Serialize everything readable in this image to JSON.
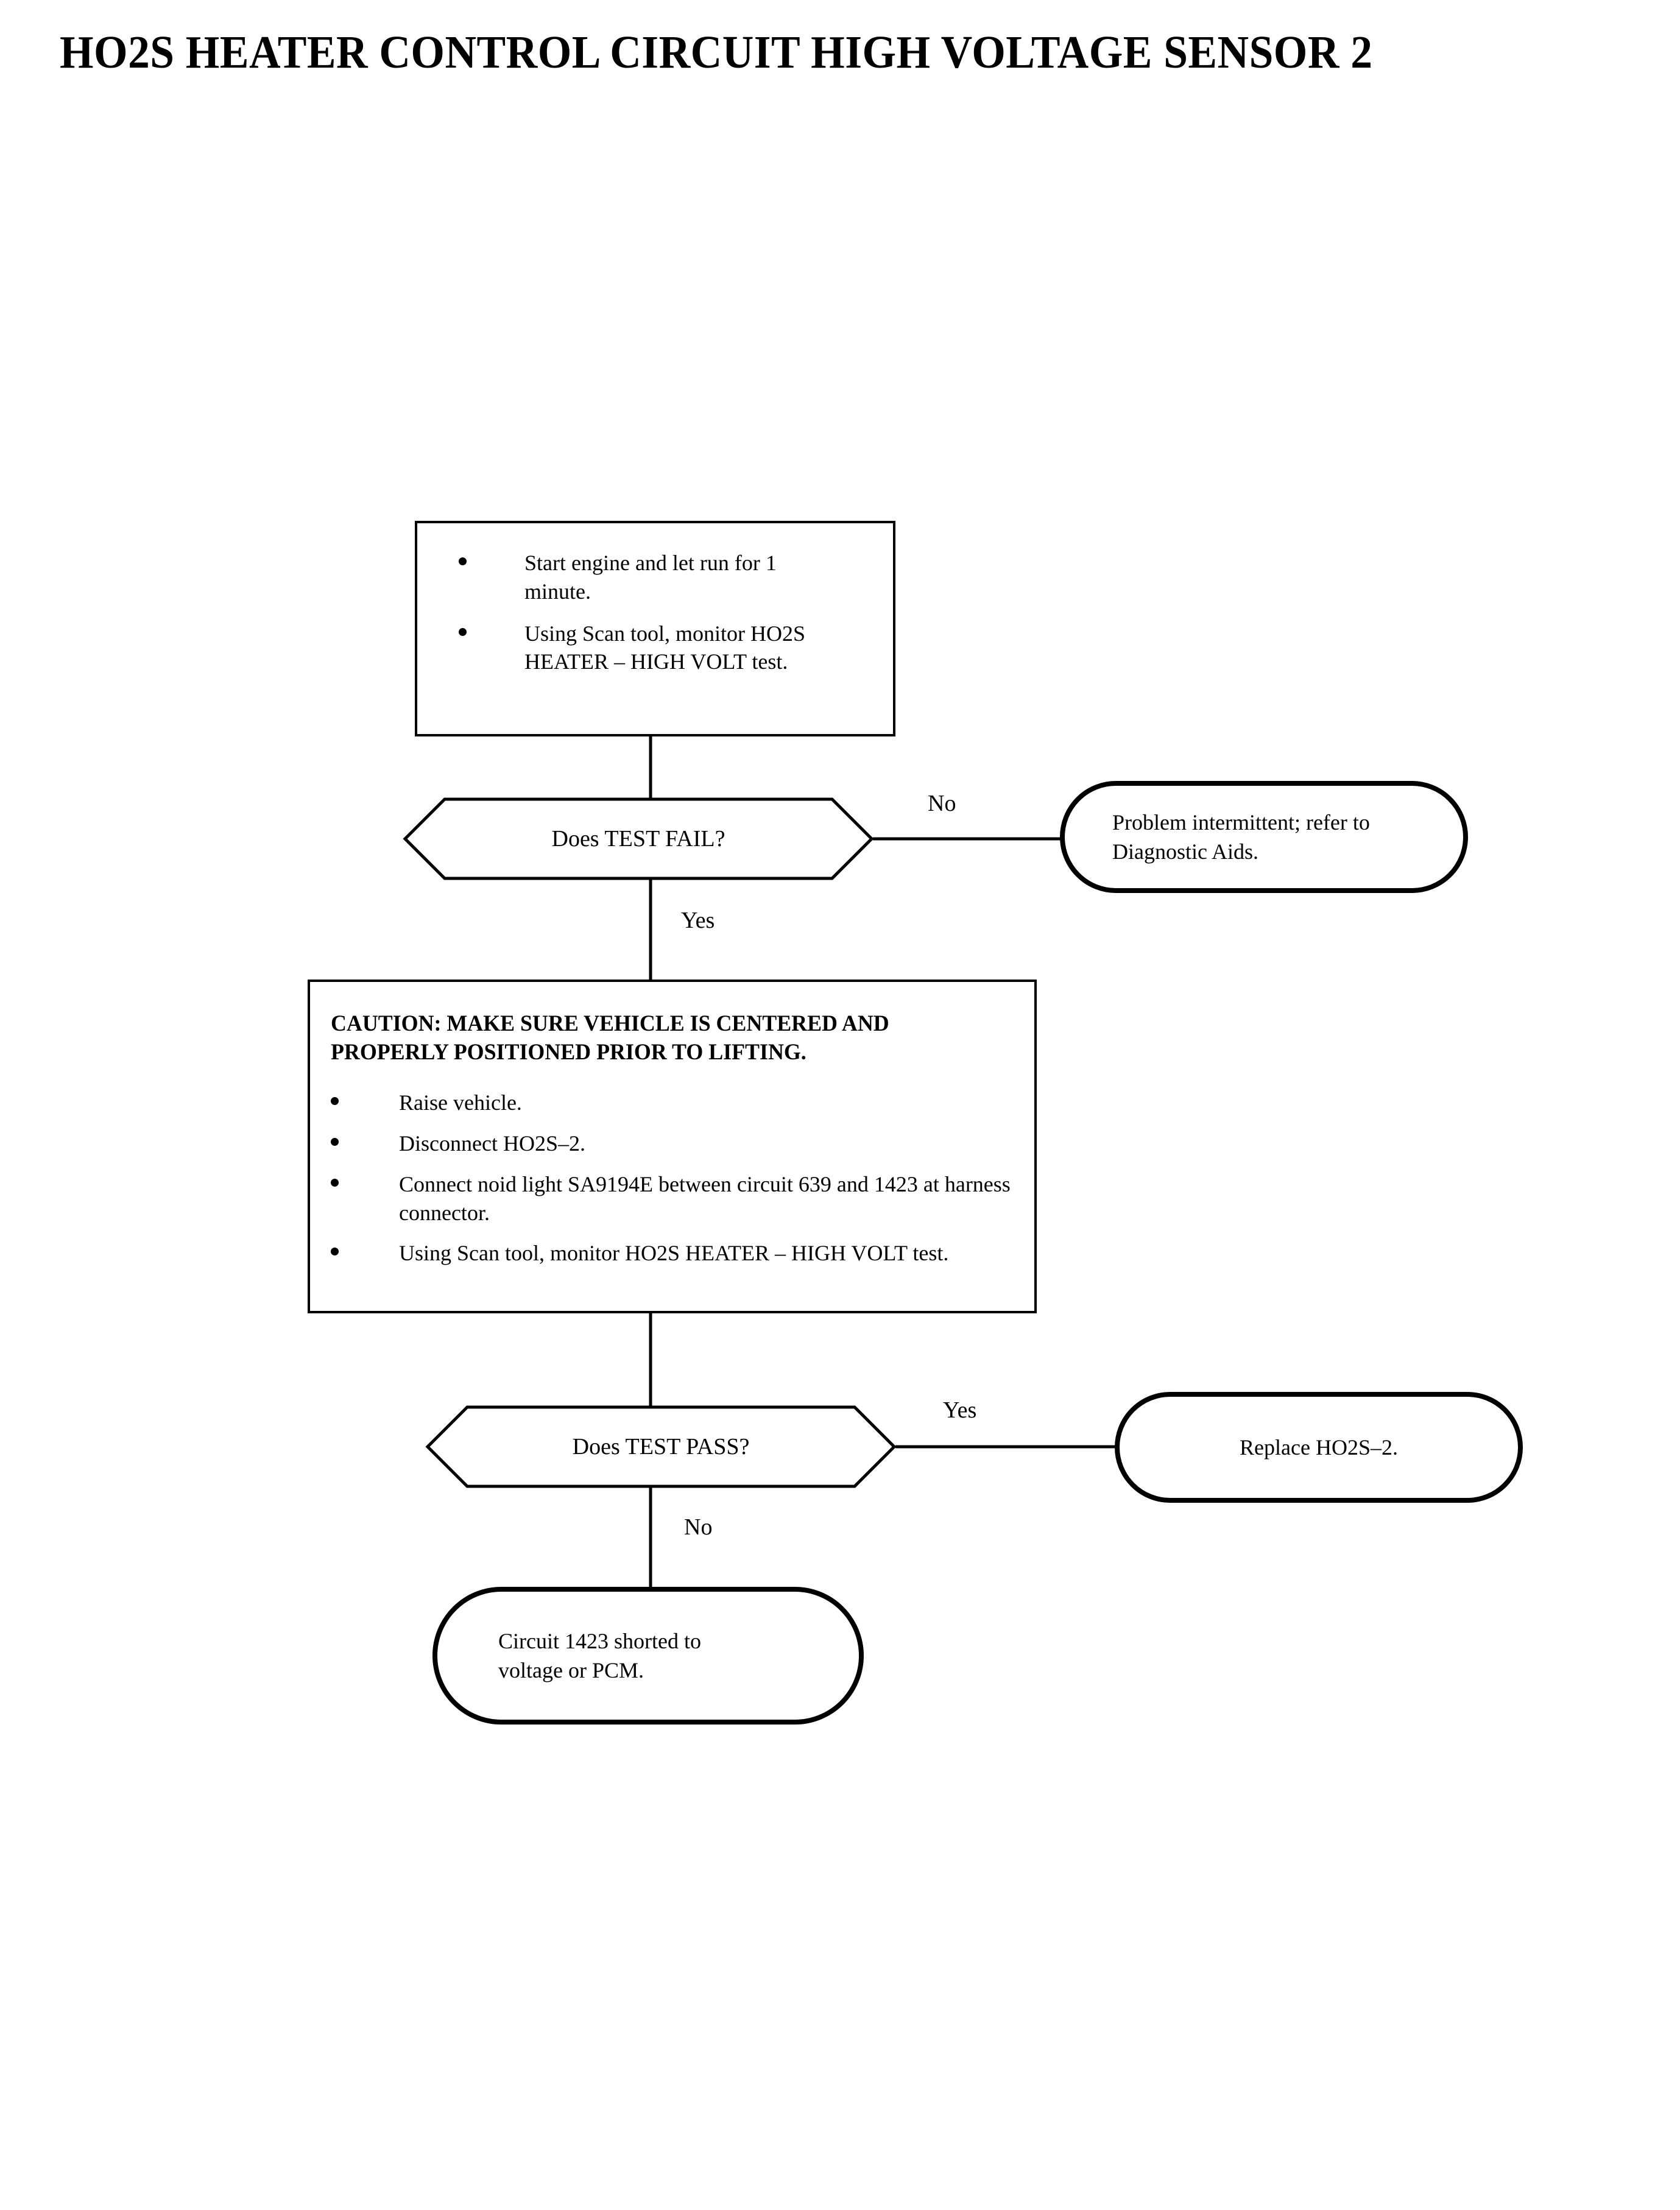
{
  "document": {
    "title": "HO2S HEATER CONTROL CIRCUIT HIGH VOLTAGE SENSOR 2"
  },
  "flowchart": {
    "type": "diagnostic-flowchart",
    "nodes": {
      "initial_test": {
        "shape": "process-rectangle",
        "bullets": [
          "Start engine and let run for 1 minute.",
          "Using Scan tool, monitor HO2S HEATER – HIGH VOLT test."
        ]
      },
      "decision_test_fail": {
        "shape": "decision-hexagon",
        "label": "Does TEST FAIL?"
      },
      "terminator_intermittent": {
        "shape": "terminator-pill",
        "text": "Problem intermittent; refer to Diagnostic Aids."
      },
      "caution_step": {
        "shape": "process-rectangle",
        "heading": "CAUTION:  MAKE SURE VEHICLE IS CENTERED AND PROPERLY POSITIONED PRIOR TO LIFTING.",
        "bullets": [
          "Raise vehicle.",
          "Disconnect  HO2S–2.",
          "Connect noid light SA9194E between circuit 639 and 1423 at harness connector.",
          "Using Scan tool, monitor HO2S HEATER – HIGH VOLT test."
        ]
      },
      "decision_test_pass": {
        "shape": "decision-hexagon",
        "label": "Does TEST PASS?"
      },
      "terminator_replace": {
        "shape": "terminator-pill",
        "text": "Replace HO2S–2."
      },
      "terminator_shorted": {
        "shape": "terminator-pill",
        "text": "Circuit 1423 shorted to voltage or PCM."
      }
    },
    "edges": [
      {
        "from": "initial_test",
        "to": "decision_test_fail",
        "label": ""
      },
      {
        "from": "decision_test_fail",
        "to": "terminator_intermittent",
        "label": "No"
      },
      {
        "from": "decision_test_fail",
        "to": "caution_step",
        "label": "Yes"
      },
      {
        "from": "caution_step",
        "to": "decision_test_pass",
        "label": ""
      },
      {
        "from": "decision_test_pass",
        "to": "terminator_replace",
        "label": "Yes"
      },
      {
        "from": "decision_test_pass",
        "to": "terminator_shorted",
        "label": "No"
      }
    ],
    "edge_labels": {
      "no_1": "No",
      "yes_1": "Yes",
      "yes_2": "Yes",
      "no_2": "No"
    }
  },
  "colors": {
    "page_background": "#ffffff",
    "ink": "#000000"
  }
}
